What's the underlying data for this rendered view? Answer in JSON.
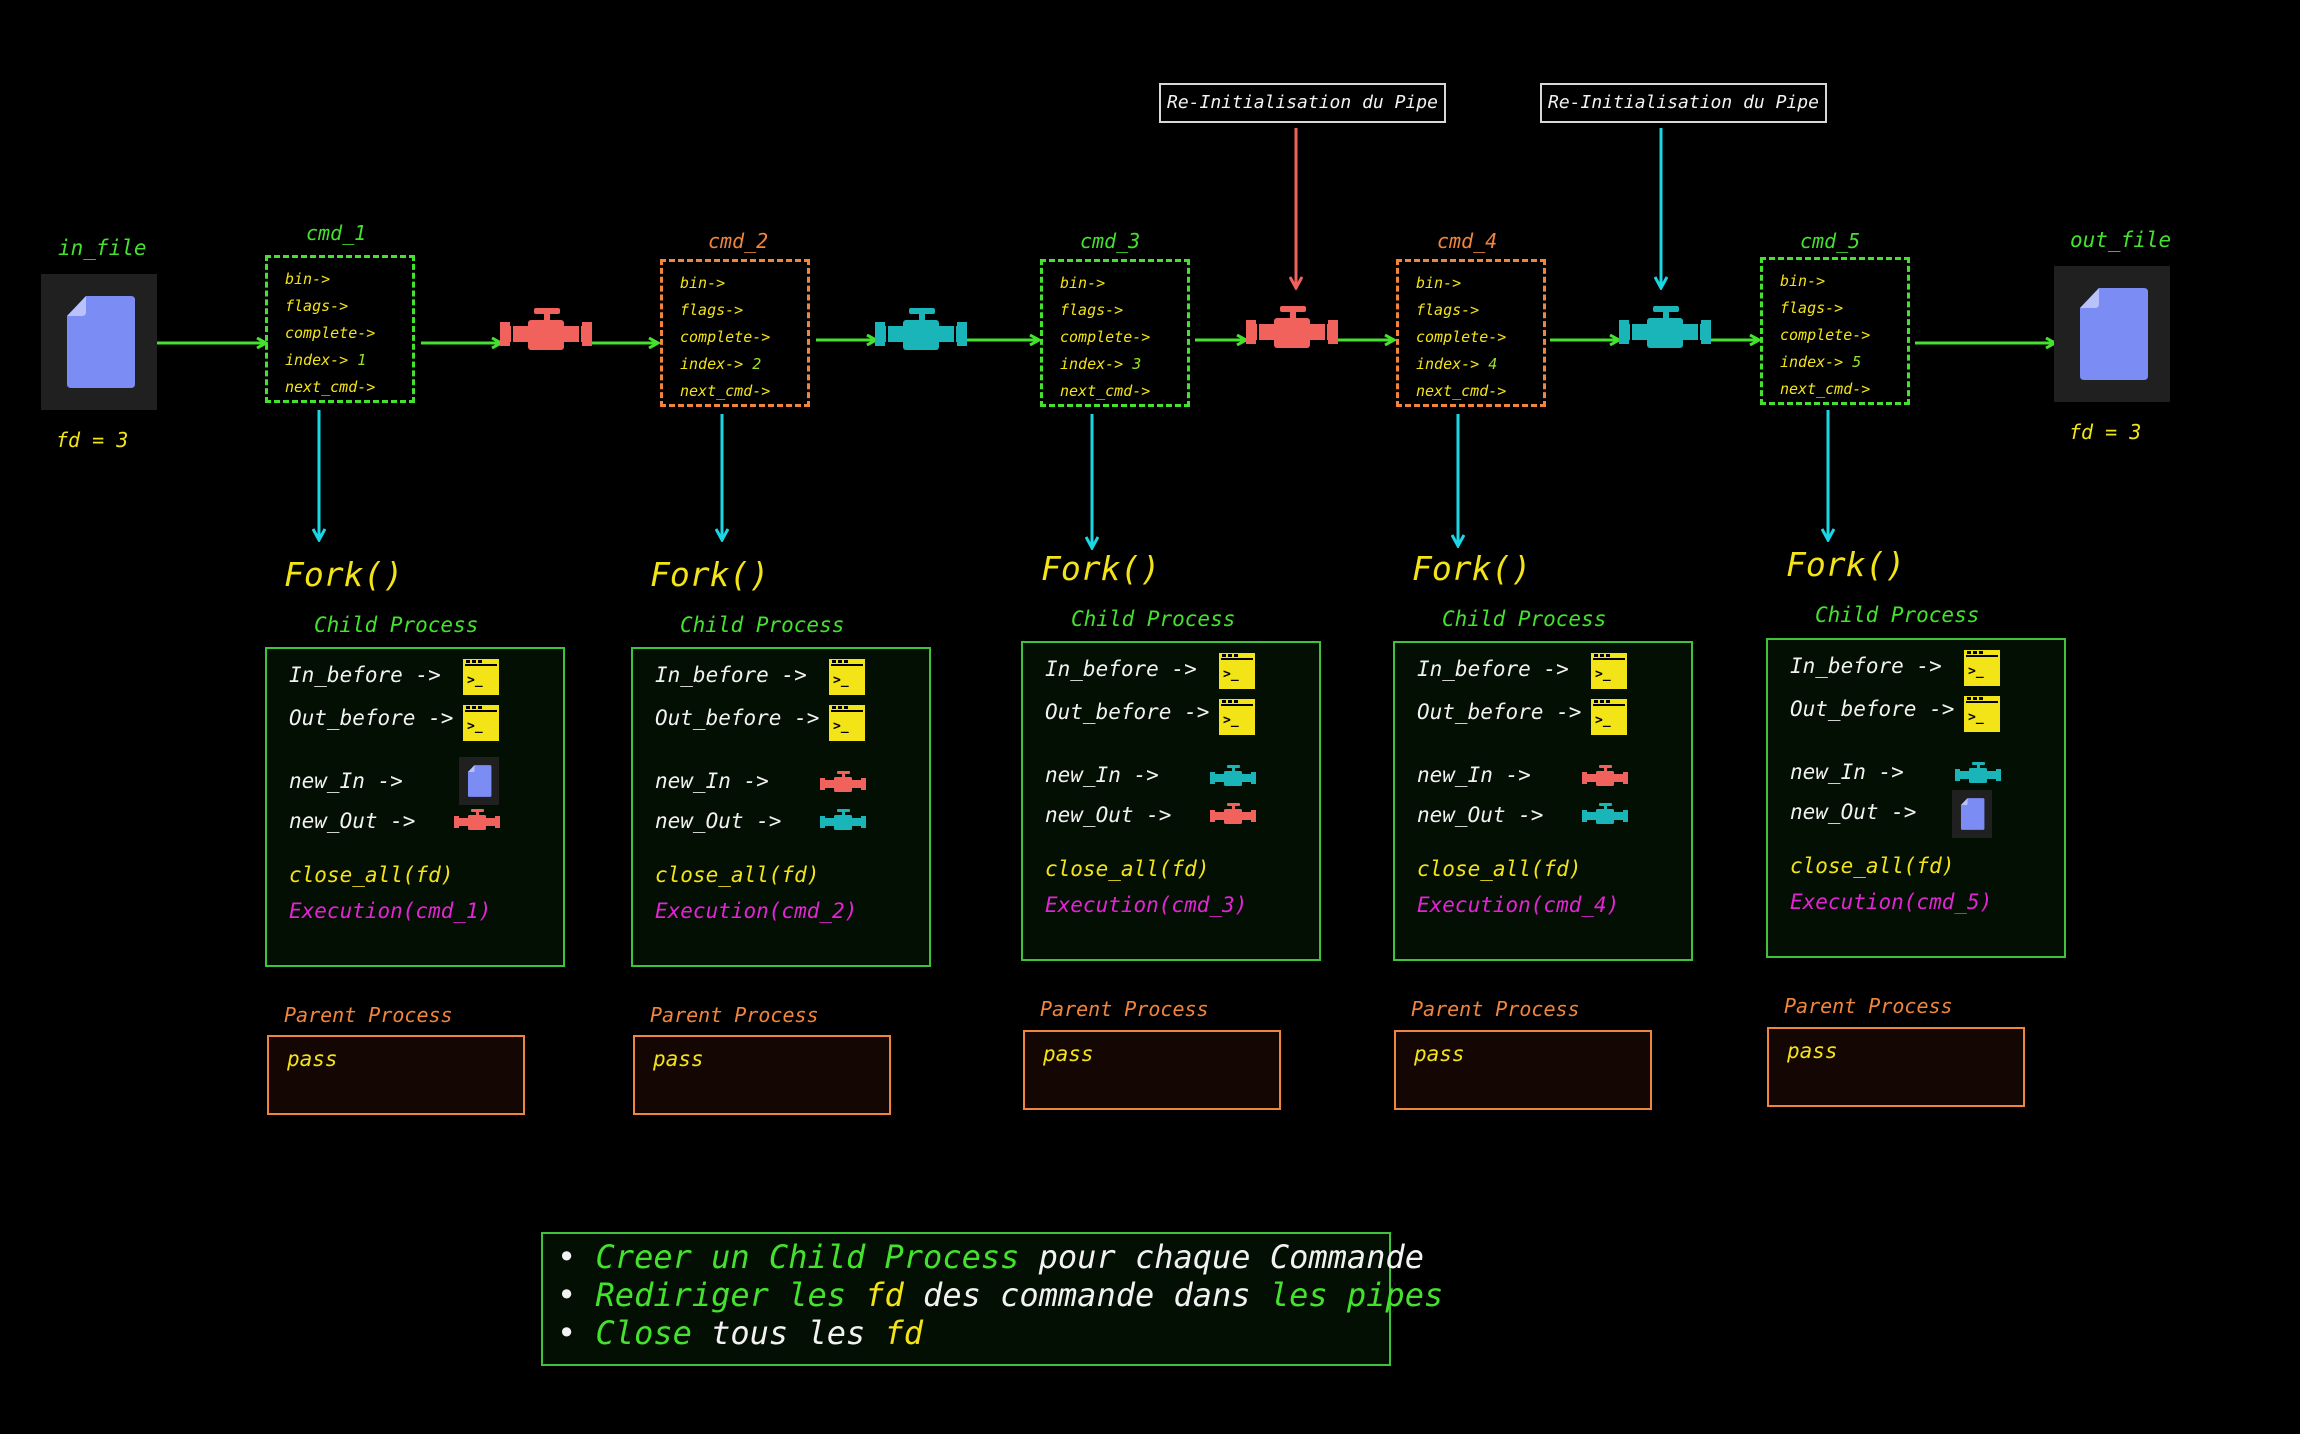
{
  "in_file": {
    "title": "in_file",
    "fd": "fd = 3",
    "icon": "file-icon"
  },
  "out_file": {
    "title": "out_file",
    "fd": "fd = 3",
    "icon": "file-icon"
  },
  "reinit_labels": [
    "Re-Initialisation du Pipe",
    "Re-Initialisation du Pipe"
  ],
  "commands": [
    {
      "title": "cmd_1",
      "bin": "bin->",
      "flags": "flags->",
      "complete": "complete->",
      "index_label": "index->",
      "index_value": "1",
      "next": "next_cmd->"
    },
    {
      "title": "cmd_2",
      "bin": "bin->",
      "flags": "flags->",
      "complete": "complete->",
      "index_label": "index->",
      "index_value": "2",
      "next": "next_cmd->"
    },
    {
      "title": "cmd_3",
      "bin": "bin->",
      "flags": "flags->",
      "complete": "complete->",
      "index_label": "index->",
      "index_value": "3",
      "next": "next_cmd->"
    },
    {
      "title": "cmd_4",
      "bin": "bin->",
      "flags": "flags->",
      "complete": "complete->",
      "index_label": "index->",
      "index_value": "4",
      "next": "next_cmd->"
    },
    {
      "title": "cmd_5",
      "bin": "bin->",
      "flags": "flags->",
      "complete": "complete->",
      "index_label": "index->",
      "index_value": "5",
      "next": "next_cmd->"
    }
  ],
  "fork_label": "Fork()",
  "child_process_label": "Child Process",
  "parent_process_label": "Parent Process",
  "children": [
    {
      "in_before": "In_before ->",
      "out_before": "Out_before ->",
      "new_in": "new_In ->",
      "new_out": "new_Out ->",
      "new_in_icon": "file-icon",
      "new_out_icon": "red-pipe-icon",
      "close": "close_all(fd)",
      "exec": "Execution(cmd_1)"
    },
    {
      "in_before": "In_before ->",
      "out_before": "Out_before ->",
      "new_in": "new_In ->",
      "new_out": "new_Out ->",
      "new_in_icon": "red-pipe-icon",
      "new_out_icon": "cyan-pipe-icon",
      "close": "close_all(fd)",
      "exec": "Execution(cmd_2)"
    },
    {
      "in_before": "In_before ->",
      "out_before": "Out_before ->",
      "new_in": "new_In ->",
      "new_out": "new_Out ->",
      "new_in_icon": "cyan-pipe-icon",
      "new_out_icon": "red-pipe-icon",
      "close": "close_all(fd)",
      "exec": "Execution(cmd_3)"
    },
    {
      "in_before": "In_before ->",
      "out_before": "Out_before ->",
      "new_in": "new_In ->",
      "new_out": "new_Out ->",
      "new_in_icon": "red-pipe-icon",
      "new_out_icon": "cyan-pipe-icon",
      "close": "close_all(fd)",
      "exec": "Execution(cmd_4)"
    },
    {
      "in_before": "In_before ->",
      "out_before": "Out_before ->",
      "new_in": "new_In ->",
      "new_out": "new_Out ->",
      "new_in_icon": "cyan-pipe-icon",
      "new_out_icon": "file-icon",
      "close": "close_all(fd)",
      "exec": "Execution(cmd_5)"
    }
  ],
  "parents": [
    {
      "text": "pass"
    },
    {
      "text": "pass"
    },
    {
      "text": "pass"
    },
    {
      "text": "pass"
    },
    {
      "text": "pass"
    }
  ],
  "legend": [
    [
      {
        "t": "Creer un Child Process",
        "c": "green"
      },
      {
        "t": " pour chaque Commande",
        "c": "white"
      }
    ],
    [
      {
        "t": "Rediriger les ",
        "c": "green"
      },
      {
        "t": "fd",
        "c": "yellow"
      },
      {
        "t": " des commande dans ",
        "c": "white"
      },
      {
        "t": "les pipes",
        "c": "green"
      }
    ],
    [
      {
        "t": "Close",
        "c": "green"
      },
      {
        "t": " tous les ",
        "c": "white"
      },
      {
        "t": "fd",
        "c": "yellow"
      }
    ]
  ],
  "legend_bullet": "•",
  "colors": {
    "green": "#44e22e",
    "cyan": "#1ad7e6",
    "red_pipe": "#f0625b",
    "cyan_pipe": "#1ab5b8",
    "yellow": "#f3e417",
    "orange": "#f0853d",
    "magenta": "#e324d4",
    "file": "#7b8cf5"
  },
  "pipes": [
    "red-pipe-icon",
    "cyan-pipe-icon",
    "red-pipe-icon",
    "cyan-pipe-icon"
  ]
}
